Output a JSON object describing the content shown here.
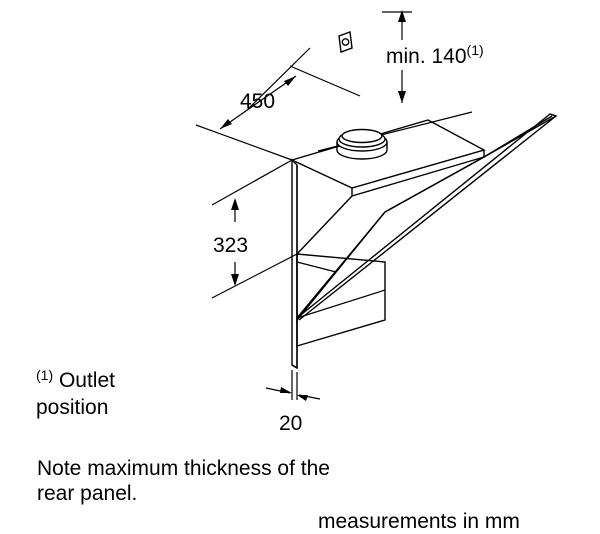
{
  "dimensions": {
    "width": "450",
    "height": "323",
    "outlet_prefix": "min. 140",
    "outlet_marker": "(1)",
    "panel_thickness": "20"
  },
  "notes": {
    "footnote_marker": "(1)",
    "footnote_text_line1": " Outlet",
    "footnote_text_line2": "position",
    "note_line1": "Note maximum thickness of the",
    "note_line2": "rear panel.",
    "units": "measurements in mm"
  },
  "icons": {
    "outlet_marker": "outlet-square-icon"
  }
}
